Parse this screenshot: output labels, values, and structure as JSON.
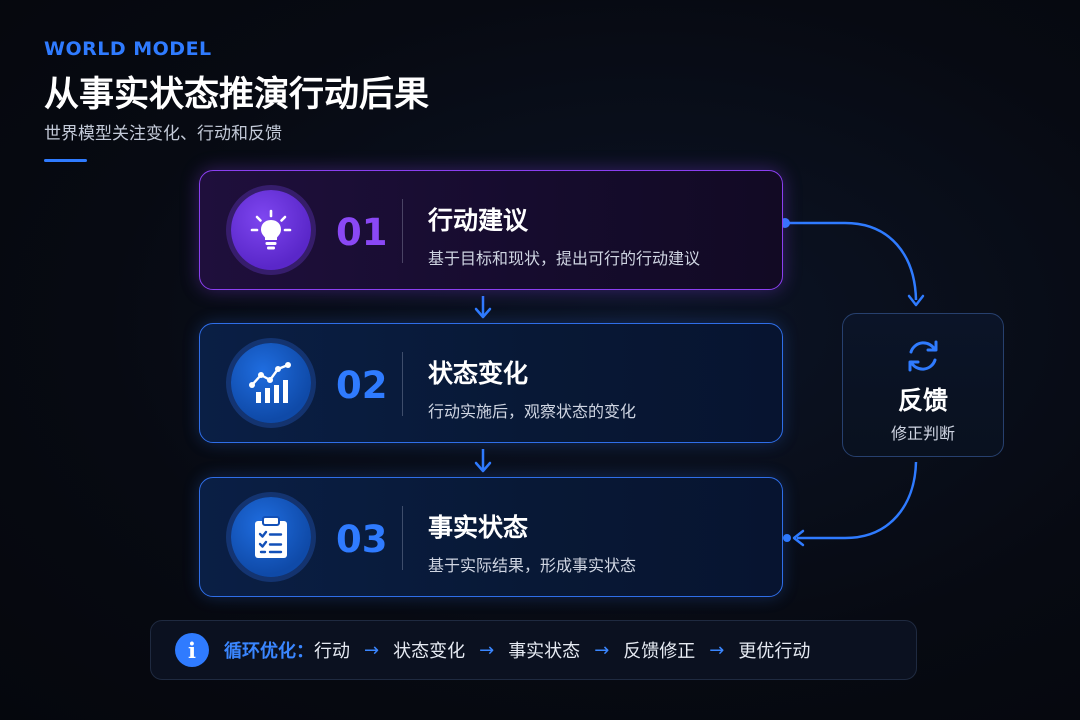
{
  "header": {
    "eyebrow": "WORLD MODEL",
    "title": "从事实状态推演行动后果",
    "subtitle": "世界模型关注变化、行动和反馈"
  },
  "steps": [
    {
      "num": "01",
      "title": "行动建议",
      "desc": "基于目标和现状，提出可行的行动建议",
      "icon": "lightbulb-icon",
      "accent": "#8a48f5"
    },
    {
      "num": "02",
      "title": "状态变化",
      "desc": "行动实施后，观察状态的变化",
      "icon": "chart-trend-icon",
      "accent": "#2f7bff"
    },
    {
      "num": "03",
      "title": "事实状态",
      "desc": "基于实际结果，形成事实状态",
      "icon": "clipboard-checklist-icon",
      "accent": "#2f7bff"
    }
  ],
  "feedback": {
    "title": "反馈",
    "subtitle": "修正判断",
    "icon": "refresh-cycle-icon"
  },
  "loop_bar": {
    "icon": "info-icon",
    "info_glyph": "i",
    "label": "循环优化：",
    "steps": [
      "行动",
      "状态变化",
      "事实状态",
      "反馈修正",
      "更优行动"
    ],
    "arrow": "→"
  },
  "colors": {
    "accent_blue": "#2f7bff",
    "accent_purple": "#8a48f5",
    "background": "#070a12"
  }
}
